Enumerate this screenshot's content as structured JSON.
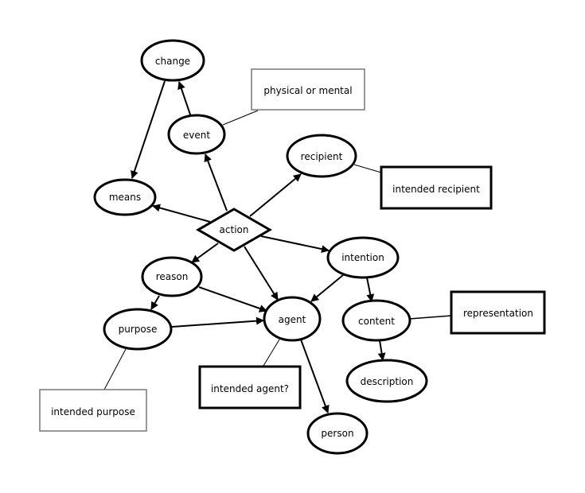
{
  "diagram": {
    "type": "concept-map",
    "nodes": {
      "change": {
        "label": "change",
        "shape": "ellipse"
      },
      "event": {
        "label": "event",
        "shape": "ellipse"
      },
      "means": {
        "label": "means",
        "shape": "ellipse"
      },
      "action": {
        "label": "action",
        "shape": "diamond"
      },
      "recipient": {
        "label": "recipient",
        "shape": "ellipse"
      },
      "intention": {
        "label": "intention",
        "shape": "ellipse"
      },
      "reason": {
        "label": "reason",
        "shape": "ellipse"
      },
      "purpose": {
        "label": "purpose",
        "shape": "ellipse"
      },
      "agent": {
        "label": "agent",
        "shape": "ellipse"
      },
      "content": {
        "label": "content",
        "shape": "ellipse"
      },
      "description": {
        "label": "description",
        "shape": "ellipse"
      },
      "person": {
        "label": "person",
        "shape": "ellipse"
      }
    },
    "notes": {
      "physical_or_mental": {
        "label": "physical or mental",
        "style": "thin"
      },
      "intended_recipient": {
        "label": "intended recipient",
        "style": "thick"
      },
      "representation": {
        "label": "representation",
        "style": "thick"
      },
      "intended_agent": {
        "label": "intended agent?",
        "style": "thick"
      },
      "intended_purpose": {
        "label": "intended purpose",
        "style": "thin"
      }
    },
    "edges": [
      {
        "from": "event",
        "to": "change",
        "type": "arrow"
      },
      {
        "from": "change",
        "to": "means",
        "type": "arrow"
      },
      {
        "from": "action",
        "to": "event",
        "type": "arrow"
      },
      {
        "from": "action",
        "to": "means",
        "type": "arrow"
      },
      {
        "from": "action",
        "to": "recipient",
        "type": "arrow"
      },
      {
        "from": "action",
        "to": "intention",
        "type": "arrow"
      },
      {
        "from": "action",
        "to": "reason",
        "type": "arrow"
      },
      {
        "from": "action",
        "to": "agent",
        "type": "arrow"
      },
      {
        "from": "reason",
        "to": "purpose",
        "type": "arrow"
      },
      {
        "from": "reason",
        "to": "agent",
        "type": "arrow"
      },
      {
        "from": "purpose",
        "to": "agent",
        "type": "arrow"
      },
      {
        "from": "intention",
        "to": "agent",
        "type": "arrow"
      },
      {
        "from": "intention",
        "to": "content",
        "type": "arrow"
      },
      {
        "from": "content",
        "to": "description",
        "type": "arrow"
      },
      {
        "from": "agent",
        "to": "person",
        "type": "arrow"
      },
      {
        "from": "event",
        "to": "physical_or_mental",
        "type": "line"
      },
      {
        "from": "recipient",
        "to": "intended_recipient",
        "type": "line"
      },
      {
        "from": "content",
        "to": "representation",
        "type": "line"
      },
      {
        "from": "agent",
        "to": "intended_agent",
        "type": "line"
      },
      {
        "from": "purpose",
        "to": "intended_purpose",
        "type": "line"
      }
    ]
  }
}
